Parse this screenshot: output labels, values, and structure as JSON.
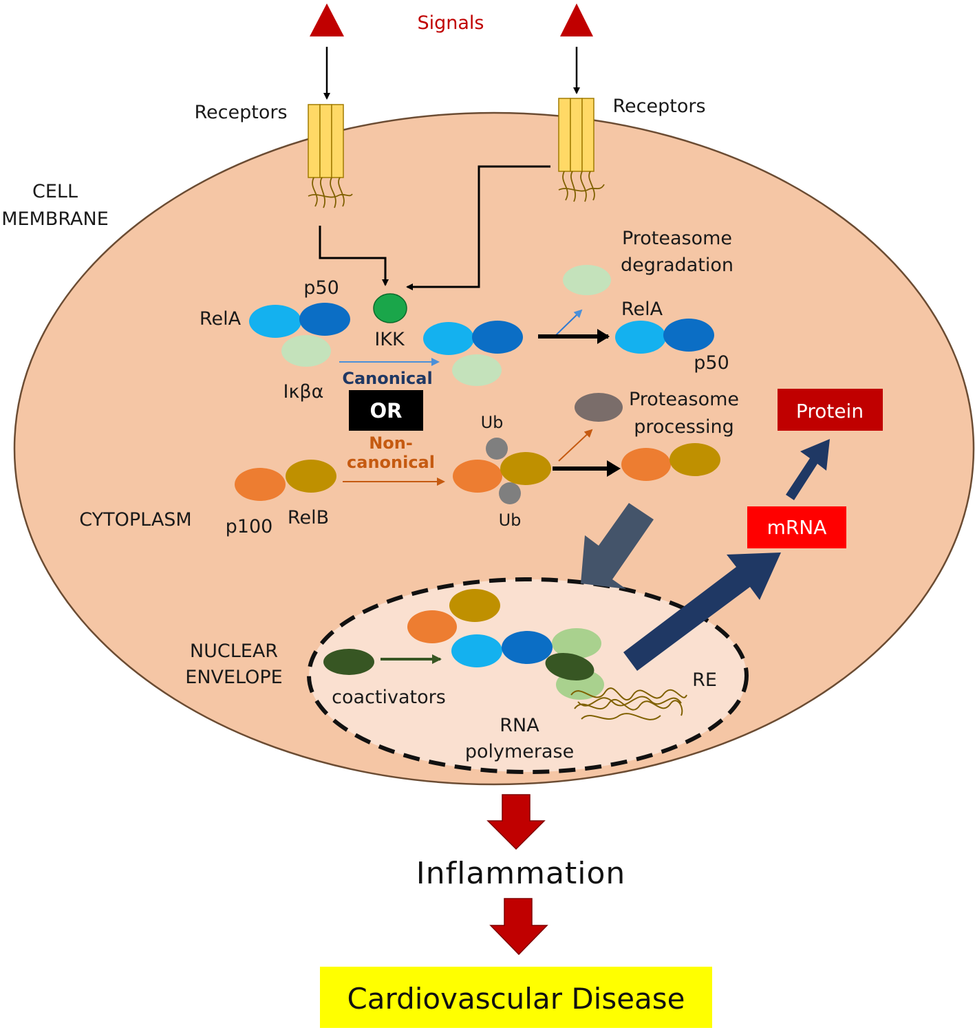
{
  "labels": {
    "signals": "Signals",
    "receptors_left": "Receptors",
    "receptors_right": "Receptors",
    "cell_membrane_line1": "CELL",
    "cell_membrane_line2": "MEMBRANE",
    "cytoplasm": "CYTOPLASM",
    "nuclear_envelope_line1": "NUCLEAR",
    "nuclear_envelope_line2": "ENVELOPE",
    "rela_left": "RelA",
    "p50_left": "p50",
    "ikk": "IKK",
    "ikba": "Iκβα",
    "canonical": "Canonical",
    "or": "OR",
    "noncanonical_line1": "Non-",
    "noncanonical_line2": "canonical",
    "p100": "p100",
    "relb": "RelB",
    "ub_top": "Ub",
    "ub_bottom": "Ub",
    "proteasome_degradation_line1": "Proteasome",
    "proteasome_degradation_line2": "degradation",
    "rela_right": "RelA",
    "p50_right": "p50",
    "proteasome_processing_line1": "Proteasome",
    "proteasome_processing_line2": "processing",
    "protein": "Protein",
    "mrna": "mRNA",
    "coactivators": "coactivators",
    "rna_polymerase_line1": "RNA",
    "rna_polymerase_line2": "polymerase",
    "re": "RE",
    "inflammation": "Inflammation",
    "cardiovascular_disease": "Cardiovascular Disease"
  },
  "colors": {
    "cell": "#f5c6a5",
    "nucleus": "#fae0d0",
    "signal_red": "#c00000",
    "rela": "#14b1ef",
    "p50": "#0b6ec5",
    "ikba": "#c4e2bb",
    "ikk": "#1aa64a",
    "p100": "#ed7d31",
    "relb": "#bf9000",
    "ub": "#7f7f7f",
    "coactivator": "#375623",
    "protein_box": "#c00000",
    "mrna_box": "#ff0000",
    "disease_box": "#ffff00",
    "big_arrow": "#1f3864",
    "canonical_text": "#1f3864",
    "noncanonical_text": "#c55a11"
  }
}
